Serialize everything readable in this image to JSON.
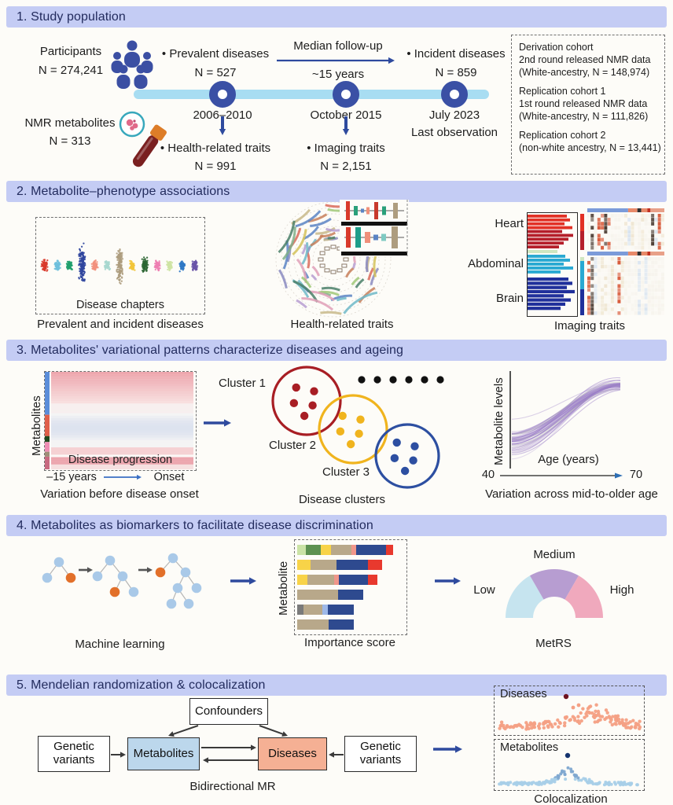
{
  "s1": {
    "title": "1. Study population",
    "participants_label": "Participants",
    "participants_n": "N = 274,241",
    "nmr_label": "NMR metabolites",
    "nmr_n": "N = 313",
    "prevalent": "• Prevalent diseases",
    "prevalent_n": "N = 527",
    "median_followup": "Median follow-up",
    "median_years": "~15 years",
    "incident": "• Incident diseases",
    "incident_n": "N = 859",
    "node1": "2006–2010",
    "node2": "October 2015",
    "node3": "July 2023",
    "last_observation": "Last observation",
    "health_traits": "• Health-related traits",
    "health_n": "N = 991",
    "imaging_traits": "• Imaging traits",
    "imaging_n": "N = 2,151",
    "cohorts": [
      {
        "lines": [
          "Derivation cohort",
          "2nd round released NMR data",
          "(White-ancestry, N = 148,974)"
        ]
      },
      {
        "lines": [
          "Replication cohort 1",
          "1st round released NMR data",
          "(White-ancestry, N = 111,826)"
        ]
      },
      {
        "lines": [
          "Replication cohort 2",
          "(non-white ancestry, N = 13,441)"
        ]
      }
    ]
  },
  "s2": {
    "title": "2. Metabolite–phenotype associations",
    "manhattan_label": "Disease chapters",
    "manhattan_caption": "Prevalent and incident diseases",
    "circular_caption": "Health-related traits",
    "imaging_labels": [
      "Heart",
      "Abdominal",
      "Brain"
    ],
    "imaging_caption": "Imaging traits"
  },
  "s3": {
    "title": "3. Metabolites' variational patterns characterize diseases and ageing",
    "heatmap_ylabel": "Metabolites",
    "heatmap_inner": "Disease progression",
    "x_left": "–15 years",
    "x_right": "Onset",
    "heatmap_caption": "Variation before disease onset",
    "cluster1": "Cluster 1",
    "cluster2": "Cluster 2",
    "cluster3": "Cluster 3",
    "clusters_caption": "Disease clusters",
    "age_ylabel": "Metabolite levels",
    "age_xlabel": "Age (years)",
    "age_min": "40",
    "age_max": "70",
    "age_caption": "Variation across mid-to-older age"
  },
  "s4": {
    "title": "4. Metabolites as biomarkers to facilitate disease discrimination",
    "ml_caption": "Machine learning",
    "imp_ylabel": "Metabolite",
    "imp_caption": "Importance score",
    "gauge_low": "Low",
    "gauge_medium": "Medium",
    "gauge_high": "High",
    "gauge_caption": "MetRS"
  },
  "s5": {
    "title": "5. Mendelian randomization & colocalization",
    "genetic_left": "Genetic variants",
    "genetic_right": "Genetic variants",
    "confounders": "Confounders",
    "metabolites": "Metabolites",
    "diseases": "Diseases",
    "mr_caption": "Bidirectional MR",
    "coloc_top_label": "Diseases",
    "coloc_bottom_label": "Metabolites",
    "coloc_caption": "Colocalization"
  },
  "deco": {
    "band": "#c4ccf4",
    "navy": "#2e4a9e",
    "timeline": "#a8ddf2",
    "node": "#3a50a5",
    "icon_blue": "#3b4fa3",
    "tube_body": "#7a2020",
    "tube_cap": "#dd7d28",
    "dish": "#38a8bc",
    "blob": "#e06a8a",
    "manhattan": [
      "#d93a2b",
      "#6fc0dc",
      "#21a06d",
      "#31479e",
      "#f2917e",
      "#a8d8cf",
      "#ae9d7f",
      "#f2c53b",
      "#2c6633",
      "#ee7fb2",
      "#cfe4a4",
      "#2f78c6",
      "#6a55a8"
    ],
    "heart_bright": "#e23126",
    "heart_dark": "#b51f2b",
    "abd_light": "#cfe6c0",
    "abd": "#2aa9d2",
    "brain": "#20309b",
    "hm_left": [
      [
        "#5b8dd9",
        0.0,
        0.44
      ],
      [
        "#e0604a",
        0.44,
        0.66
      ],
      [
        "#1e4a1e",
        0.66,
        0.72
      ],
      [
        "#ef8fb4",
        0.72,
        0.82
      ],
      [
        "#9e8e77",
        0.82,
        0.87
      ],
      [
        "#c86a80",
        0.87,
        1.0
      ]
    ],
    "cluster": [
      "#a81e24",
      "#f0b41e",
      "#2d4fa1"
    ],
    "purple": "#9b7fc7",
    "tree_node": "#a9c9e8",
    "tree_hl": "#e2702a",
    "tree_edge": "#b5b5b5",
    "gray_arrow": "#555555",
    "imp": {
      "lg": "#cbe3a6",
      "grn": "#5d9150",
      "yel": "#f8d348",
      "tan": "#b8a88a",
      "sal": "#f0968a",
      "nav": "#2e4a8f",
      "red": "#e8392e",
      "gry": "#7a7a7a",
      "lb": "#9db8e8"
    },
    "imp_bars": [
      [
        [
          "lg",
          11
        ],
        [
          "grn",
          19
        ],
        [
          "yel",
          13
        ],
        [
          "tan",
          26
        ],
        [
          "sal",
          6
        ],
        [
          "nav",
          38
        ],
        [
          "red",
          9
        ]
      ],
      [
        [
          "yel",
          17
        ],
        [
          "tan",
          33
        ],
        [
          "nav",
          40
        ],
        [
          "red",
          18
        ]
      ],
      [
        [
          "yel",
          13
        ],
        [
          "tan",
          34
        ],
        [
          "sal",
          6
        ],
        [
          "nav",
          37
        ],
        [
          "red",
          12
        ]
      ],
      [
        [
          "tan",
          52
        ],
        [
          "nav",
          32
        ]
      ],
      [
        [
          "gry",
          8
        ],
        [
          "tan",
          24
        ],
        [
          "lb",
          7
        ],
        [
          "nav",
          33
        ]
      ],
      [
        [
          "tan",
          40
        ],
        [
          "nav",
          32
        ]
      ]
    ],
    "gauge": [
      "#c6e4ef",
      "#b79dd1",
      "#f0a9bd"
    ],
    "metab_box": "#bcd7ec",
    "disease_box": "#f5b094",
    "coloc_top": "#f4a084",
    "coloc_top_lead": "#6e1220",
    "coloc_bot": "#a8cfe8",
    "coloc_bot_lead": "#15336e",
    "arc_palette": [
      "#d96a5a",
      "#7fae88",
      "#5b84c4",
      "#b79dd1",
      "#c8b88a",
      "#e0a0b8",
      "#6fb8c8",
      "#a0c878",
      "#d4c25a",
      "#8a8ac0",
      "#c87f5a",
      "#4a7f68"
    ]
  }
}
